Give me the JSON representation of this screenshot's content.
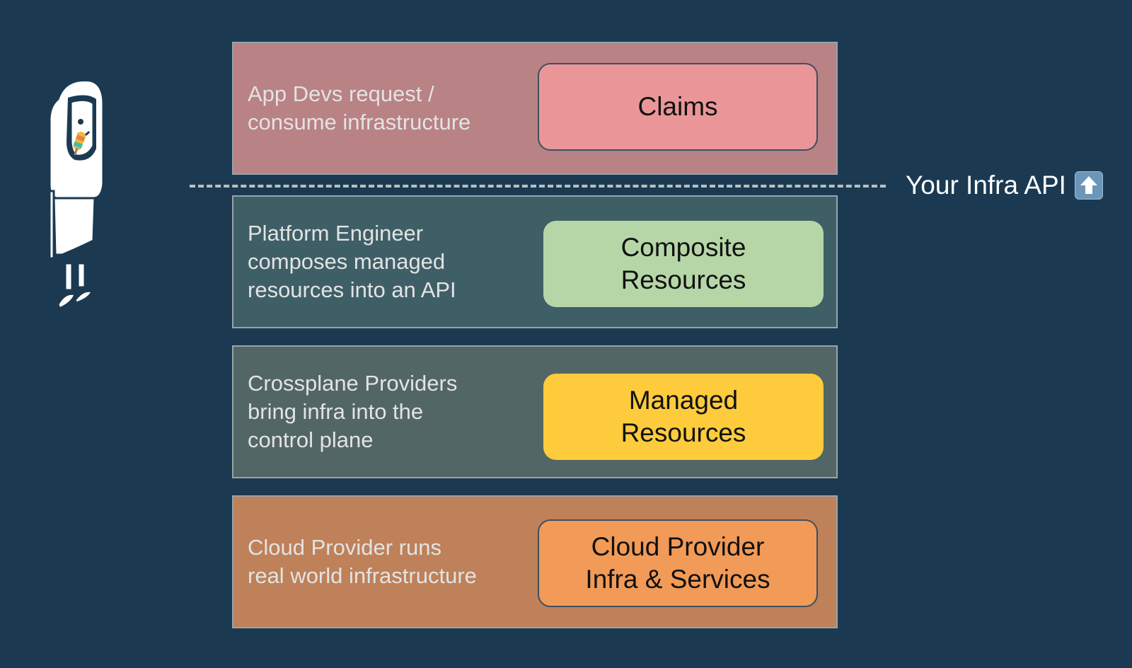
{
  "divider": {
    "label": "Your Infra API",
    "icon": "up-arrow-icon"
  },
  "layers": [
    {
      "id": "claims",
      "description": "App Devs request /\nconsume infrastructure",
      "box_label": "Claims",
      "layer_color": "#b98285",
      "box_color": "#ea9698"
    },
    {
      "id": "composite",
      "description": "Platform Engineer\ncomposes managed\nresources into an API",
      "box_label": "Composite\nResources",
      "layer_color": "#3f5f67",
      "box_color": "#b6d6a7"
    },
    {
      "id": "managed",
      "description": "Crossplane Providers\nbring infra into the\ncontrol plane",
      "box_label": "Managed\nResources",
      "layer_color": "#526665",
      "box_color": "#fdcb3c"
    },
    {
      "id": "cloud",
      "description": "Cloud Provider runs\nreal world infrastructure",
      "box_label": "Cloud Provider\nInfra & Services",
      "layer_color": "#be8159",
      "box_color": "#f29a57"
    }
  ],
  "illustration": {
    "icon": "person-eating-popsicle-icon"
  }
}
